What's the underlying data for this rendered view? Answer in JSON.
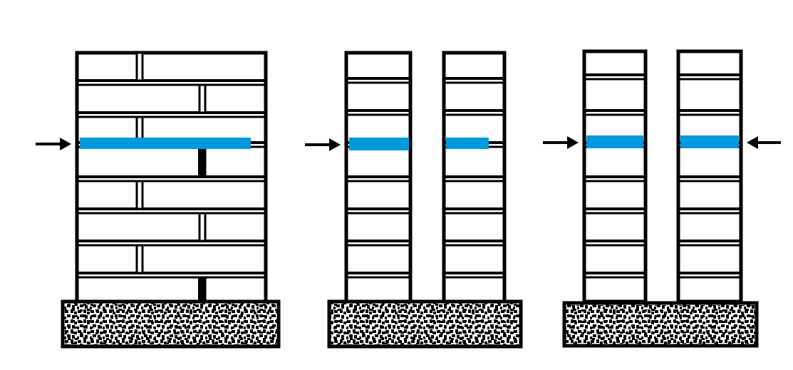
{
  "colors": {
    "outline": "#000000",
    "background": "#ffffff",
    "injection_layer": "#0099e0",
    "foundation_fill": "#ffffff",
    "foundation_pattern": "#000000"
  },
  "panels": [
    {
      "name": "solid-brick-wall",
      "wall_type": "solid",
      "injection": "partial-from-left",
      "arrows": [
        "left"
      ]
    },
    {
      "name": "cavity-wall-one-side-injection",
      "wall_type": "cavity",
      "injection": "outer-leaf-full-inner-leaf-partial",
      "arrows": [
        "left"
      ]
    },
    {
      "name": "cavity-wall-both-sides-injection",
      "wall_type": "cavity",
      "injection": "both-leaves-full",
      "arrows": [
        "left",
        "right"
      ]
    }
  ],
  "icons": {
    "arrow_right": "arrow-right-icon",
    "arrow_left": "arrow-left-icon",
    "foundation": "foundation-pattern"
  }
}
